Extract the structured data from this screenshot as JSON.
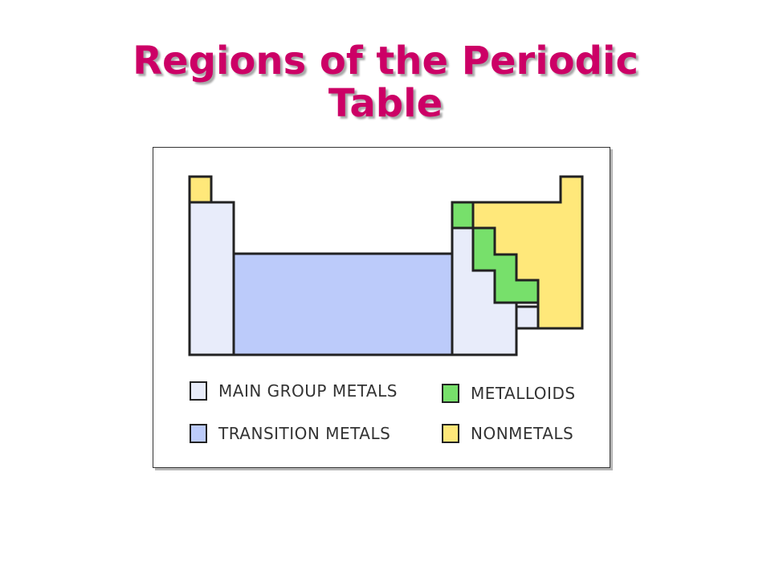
{
  "slide": {
    "title_line1": "Regions of the Periodic",
    "title_line2": "Table"
  },
  "legend": [
    {
      "key": "main_group",
      "label": "MAIN GROUP METALS",
      "color": "#e8ecfa"
    },
    {
      "key": "transition",
      "label": "TRANSITION METALS",
      "color": "#bccbfa"
    },
    {
      "key": "metalloids",
      "label": "METALLOIDS",
      "color": "#77e06b"
    },
    {
      "key": "nonmetals",
      "label": "NONMETALS",
      "color": "#ffe87a"
    }
  ],
  "colors": {
    "title": "#cc0066",
    "outline": "#222222",
    "main_group": "#e8ecfa",
    "transition": "#bccbfa",
    "metalloids": "#77e06b",
    "nonmetals": "#ffe87a"
  }
}
